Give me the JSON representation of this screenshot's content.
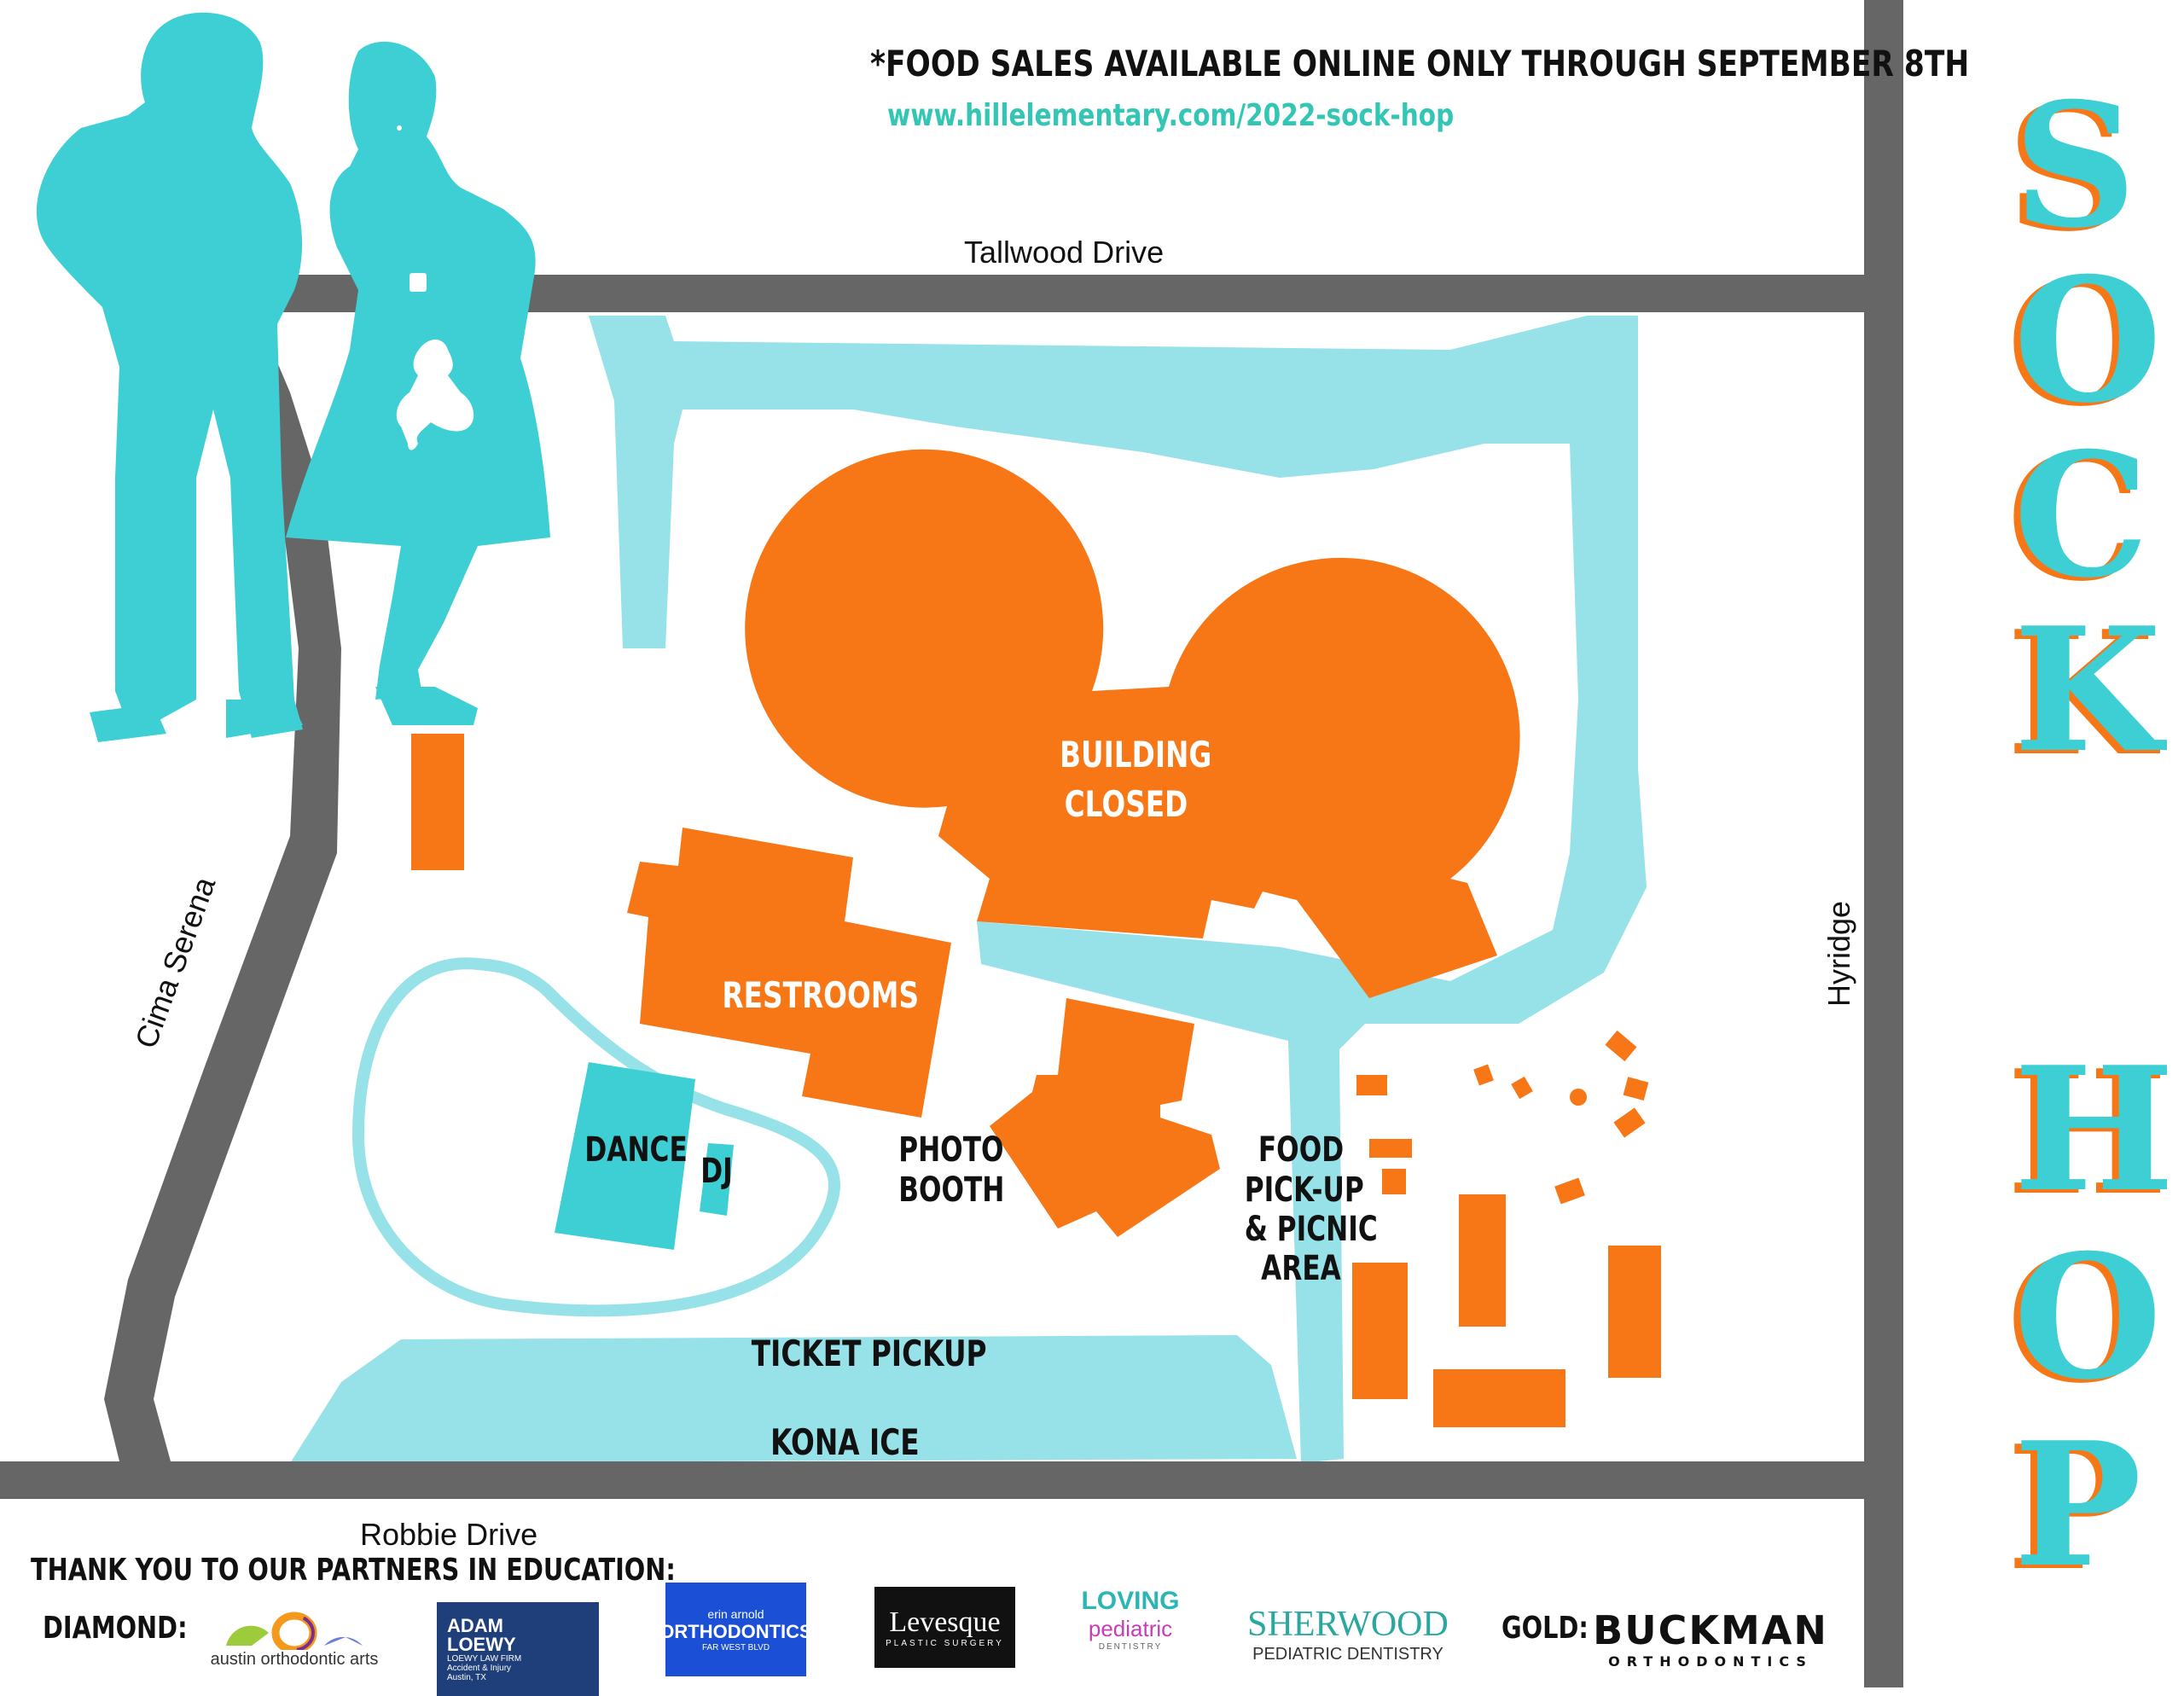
{
  "notice": "*FOOD SALES AVAILABLE ONLINE ONLY THROUGH SEPTEMBER 8TH",
  "url": "www.hillelementary.com/2022-sock-hop",
  "streets": {
    "top": "Tallwood Drive",
    "bottom": "Robbie Drive",
    "left": "Cima Serena",
    "right": "Hyridge"
  },
  "areas": {
    "building_line1": "BUILDING",
    "building_line2": "CLOSED",
    "restrooms": "RESTROOMS",
    "dance": "DANCE",
    "dj": "DJ",
    "photo_line1": "PHOTO",
    "photo_line2": "BOOTH",
    "food_line1": "FOOD",
    "food_line2": "PICK-UP",
    "food_line3": "& PICNIC",
    "food_line4": "AREA",
    "ticket": "TICKET PICKUP",
    "kona": "KONA ICE"
  },
  "title": {
    "word1": [
      "S",
      "O",
      "C",
      "K"
    ],
    "word2": [
      "H",
      "O",
      "P"
    ]
  },
  "partners": {
    "heading": "THANK YOU TO OUR PARTNERS IN EDUCATION:",
    "diamond_label": "DIAMOND:",
    "gold_label": "GOLD:",
    "austin_ortho": "austin orthodontic arts",
    "adam_loewy_1": "ADAM",
    "adam_loewy_2": "LOEWY",
    "adam_loewy_firm": "LOEWY LAW FIRM",
    "adam_loewy_sub": "Accident & Injury",
    "adam_loewy_city": "Austin, TX",
    "erin_small": "erin arnold",
    "erin_main": "ORTHODONTICS",
    "erin_sub": "FAR WEST BLVD",
    "levesque": "Levesque",
    "levesque_sub": "PLASTIC SURGERY",
    "loving_1": "LOVING",
    "loving_2": "pediatric",
    "loving_3": "DENTISTRY",
    "sherwood": "SHERWOOD",
    "sherwood_sub": "PEDIATRIC DENTISTRY",
    "buckman": "BUCKMAN",
    "buckman_sub": "ORTHODONTICS"
  },
  "colors": {
    "road": "#666666",
    "path": "#96e2e8",
    "building": "#f77616",
    "teal": "#3dcfd3",
    "url": "#33c6b4"
  }
}
